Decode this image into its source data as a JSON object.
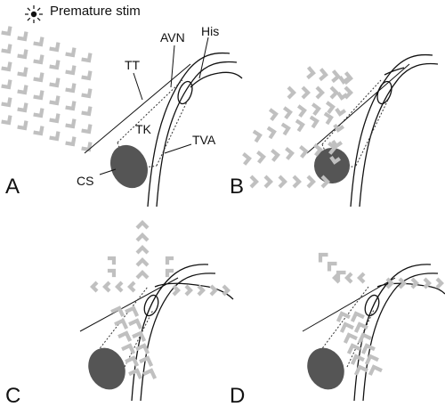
{
  "figure": {
    "stimulus_label": "Premature stim",
    "labels": {
      "avn": "AVN",
      "his": "His",
      "tt": "TT",
      "tk": "TK",
      "tva": "TVA",
      "cs": "CS"
    },
    "panels": [
      {
        "letter": "A"
      },
      {
        "letter": "B"
      },
      {
        "letter": "C"
      },
      {
        "letter": "D"
      }
    ],
    "colors": {
      "wavefront_chevrons": "#c0c0c0",
      "coronary_sinus_ostium": "#555555",
      "outline": "#111111"
    },
    "icons": {
      "stimulus": "starburst-icon",
      "wavefront": "chevron-arrow-icon"
    }
  }
}
